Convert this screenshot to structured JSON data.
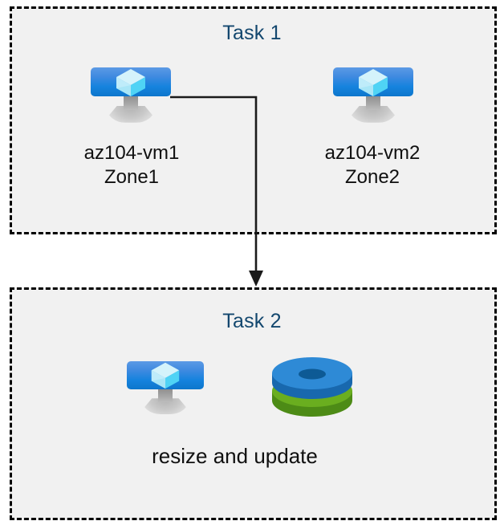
{
  "diagram": {
    "title_color": "#13476e",
    "box_fill": "#f1f1f1",
    "box_border_color": "#000000",
    "connector_color": "#1a1a1a",
    "accent_blue": "#0f7bd6",
    "disk_blue": "#2e8ad6",
    "disk_green": "#6aae1f"
  },
  "task1": {
    "title": "Task 1",
    "nodes": [
      {
        "id": "vm1",
        "icon": "azure-virtual-machine-icon",
        "label": "az104-vm1\nZone1",
        "name_line": "az104-vm1",
        "zone_line": "Zone1"
      },
      {
        "id": "vm2",
        "icon": "azure-virtual-machine-icon",
        "label": "az104-vm2\nZone2",
        "name_line": "az104-vm2",
        "zone_line": "Zone2"
      }
    ]
  },
  "task2": {
    "title": "Task 2",
    "caption": "resize and update",
    "nodes": [
      {
        "id": "vm-resized",
        "icon": "azure-virtual-machine-icon"
      },
      {
        "id": "disks",
        "icon": "azure-disks-icon"
      }
    ]
  },
  "connector": {
    "from": "vm1",
    "to": "task2",
    "arrow": "down-arrow-icon"
  }
}
